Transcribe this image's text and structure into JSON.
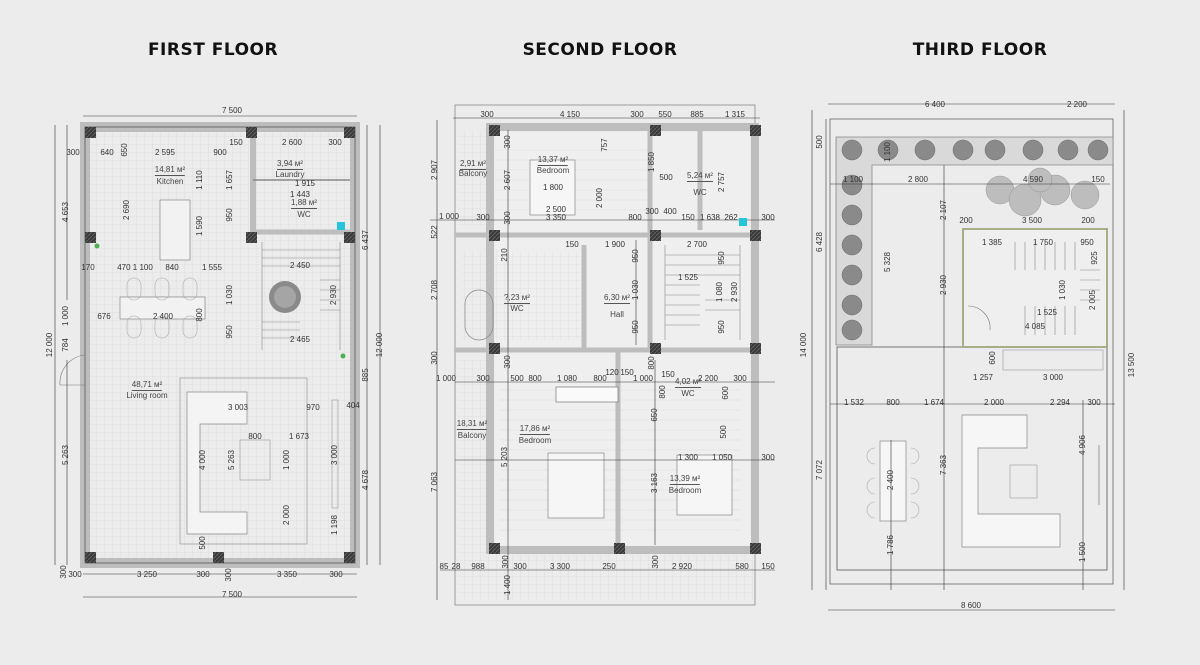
{
  "first_floor": {
    "title": "FIRST FLOOR",
    "rooms": [
      {
        "area": "14,81 м²",
        "name": "Kitchen"
      },
      {
        "area": "3,94 м²",
        "name": "Laundry"
      },
      {
        "area": "1,88 м²",
        "name": "WC"
      },
      {
        "area": "48,71 м²",
        "name": "Living room"
      }
    ],
    "dimensions": [
      "7 500",
      "300",
      "640",
      "650",
      "2 595",
      "900",
      "150",
      "2 600",
      "300",
      "1 915",
      "1 443",
      "4 653",
      "6 437",
      "2 690",
      "1 110",
      "1 590",
      "1 657",
      "950",
      "170",
      "470 1 100",
      "840",
      "1 555",
      "2 450",
      "2 930",
      "1 000",
      "676",
      "2 400",
      "800",
      "1 030",
      "950",
      "2 465",
      "12 000",
      "12 000",
      "784",
      "885",
      "3 003",
      "970",
      "404",
      "800",
      "1 673",
      "5 263",
      "4 000",
      "5 263",
      "1 000",
      "3 000",
      "4 678",
      "2 000",
      "1 198",
      "500",
      "300",
      "300",
      "3 250",
      "300",
      "300",
      "3 350",
      "300",
      "7 500"
    ]
  },
  "second_floor": {
    "title": "SECOND FLOOR",
    "rooms": [
      {
        "area": "2,91 м²",
        "name": "Balcony"
      },
      {
        "area": "13,37 м²",
        "name": "Bedroom"
      },
      {
        "area": "5,24 м²",
        "name": "WC"
      },
      {
        "area": "?,23 м²",
        "name": "WC"
      },
      {
        "area": "6,30 м²",
        "name": "Hall"
      },
      {
        "area": "4,02 м²",
        "name": "WC"
      },
      {
        "area": "18,31 м²",
        "name": "Balcony"
      },
      {
        "area": "17,86 м²",
        "name": "Bedroom"
      },
      {
        "area": "13,39 м²",
        "name": "Bedroom"
      }
    ],
    "dimensions": [
      "300",
      "4 150",
      "300",
      "550",
      "885",
      "1 315",
      "757",
      "1 850",
      "2 757",
      "2 907",
      "2 607",
      "300",
      "1 800",
      "500",
      "2 000",
      "2 500",
      "3 350",
      "1 000",
      "300",
      "300",
      "800",
      "300",
      "400",
      "150",
      "1 638",
      "262",
      "300",
      "522",
      "150",
      "1 900",
      "2 700",
      "210",
      "950",
      "950",
      "1 525",
      "2 708",
      "1 030",
      "1 080",
      "2 930",
      "950",
      "950",
      "300",
      "300",
      "800",
      "1 000",
      "300",
      "500",
      "800",
      "1 080",
      "800",
      "120",
      "150",
      "1 000",
      "150",
      "2 200",
      "300",
      "800",
      "600",
      "650",
      "5 203",
      "500",
      "1 300",
      "1 050",
      "300",
      "7 063",
      "3 163",
      "85",
      "28",
      "988",
      "300",
      "300",
      "3 300",
      "250",
      "300",
      "2 920",
      "580",
      "150",
      "1 400"
    ]
  },
  "third_floor": {
    "title": "THIRD FLOOR",
    "dimensions": [
      "6 400",
      "2 200",
      "500",
      "1 100",
      "1 100",
      "2 800",
      "4 590",
      "150",
      "6 428",
      "2 107",
      "200",
      "3 500",
      "200",
      "1 385",
      "1 750",
      "950",
      "925",
      "5 328",
      "2 930",
      "1 030",
      "2 005",
      "1 525",
      "4 085",
      "600",
      "1 257",
      "3 000",
      "14 000",
      "13 500",
      "1 532",
      "800",
      "1 674",
      "2 000",
      "2 294",
      "300",
      "4 906",
      "7 072",
      "7 363",
      "2 400",
      "1 786",
      "1 500",
      "8 600"
    ]
  },
  "colors": {
    "background": "#ececec",
    "wall": "#bdbdbd",
    "pillar": "#3a3a3a",
    "line": "#333333",
    "stair_room_border": "#a9ad86"
  }
}
